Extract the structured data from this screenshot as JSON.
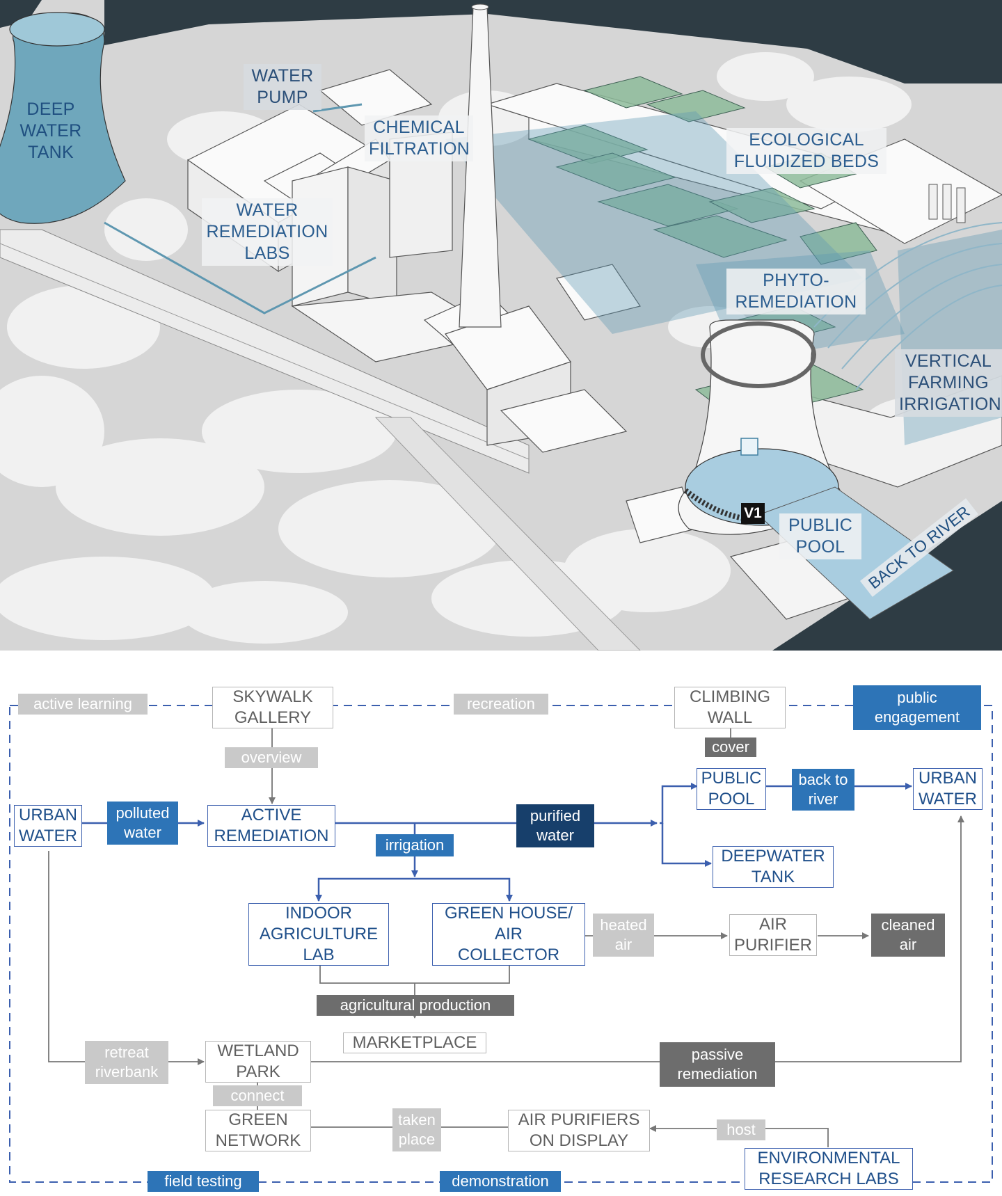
{
  "aerial": {
    "labels": {
      "deep_water_tank": [
        "DEEP",
        "WATER",
        "TANK"
      ],
      "water_pump": [
        "WATER",
        "PUMP"
      ],
      "chemical_filtration": [
        "CHEMICAL",
        "FILTRATION"
      ],
      "water_remediation_labs": [
        "WATER",
        "REMEDIATION",
        "LABS"
      ],
      "ecological_fluidized_beds": [
        "ECOLOGICAL",
        "FLUIDIZED BEDS"
      ],
      "phyto_remediation": [
        "PHYTO-",
        "REMEDIATION"
      ],
      "vertical_farming_irrigation": [
        "VERTICAL",
        "FARMING",
        "IRRIGATION"
      ],
      "public_pool": [
        "PUBLIC",
        "POOL"
      ],
      "back_to_river": "BACK TO RIVER",
      "view_marker": "V1"
    },
    "colors": {
      "river": "#2e3c44",
      "ground": "#d6d6d6",
      "trees": "#f1f1f1",
      "water": "#a9cde0",
      "water_overlay": "#5f98b4",
      "greenhouse": "#8dbb9a",
      "building": "#fafafa",
      "pipe": "#5e97b0"
    }
  },
  "flow": {
    "colors": {
      "blue_line": "#3b5fae",
      "gray_line": "#777777",
      "dashed_frame": "#3b5fae"
    },
    "edge_labels": {
      "active_learning": [
        "active learning"
      ],
      "recreation": [
        "recreation"
      ],
      "public_engagement": [
        "public",
        "engagement"
      ],
      "overview": [
        "overview"
      ],
      "cover": [
        "cover"
      ],
      "polluted_water": [
        "polluted",
        "water"
      ],
      "purified_water": [
        "purified",
        "water"
      ],
      "back_to_river": [
        "back to",
        "river"
      ],
      "irrigation": [
        "irrigation"
      ],
      "heated_air": [
        "heated",
        "air"
      ],
      "cleaned_air": [
        "cleaned",
        "air"
      ],
      "agricultural_production": [
        "agricultural production"
      ],
      "retreat_riverbank": [
        "retreat",
        "riverbank"
      ],
      "passive_remediation": [
        "passive",
        "remediation"
      ],
      "connect": [
        "connect"
      ],
      "taken_place": [
        "taken",
        "place"
      ],
      "host": [
        "host"
      ],
      "field_testing": [
        "field testing"
      ],
      "demonstration": [
        "demonstration"
      ]
    },
    "nodes": {
      "skywalk_gallery": [
        "SKYWALK",
        "GALLERY"
      ],
      "climbing_wall": [
        "CLIMBING",
        "WALL"
      ],
      "urban_water_in": [
        "URBAN",
        "WATER"
      ],
      "active_remediation": [
        "ACTIVE",
        "REMEDIATION"
      ],
      "public_pool": [
        "PUBLIC",
        "POOL"
      ],
      "urban_water_out": [
        "URBAN",
        "WATER"
      ],
      "deepwater_tank": [
        "DEEPWATER",
        "TANK"
      ],
      "indoor_agriculture_lab": [
        "INDOOR",
        "AGRICULTURE",
        "LAB"
      ],
      "green_house_air_collector": [
        "GREEN HOUSE/",
        "AIR",
        "COLLECTOR"
      ],
      "air_purifier": [
        "AIR",
        "PURIFIER"
      ],
      "marketplace": [
        "MARKETPLACE"
      ],
      "wetland_park": [
        "WETLAND",
        "PARK"
      ],
      "green_network": [
        "GREEN",
        "NETWORK"
      ],
      "air_purifiers_on_display": [
        "AIR PURIFIERS",
        "ON DISPLAY"
      ],
      "environmental_research_labs": [
        "ENVIRONMENTAL",
        "RESEARCH LABS"
      ]
    }
  }
}
